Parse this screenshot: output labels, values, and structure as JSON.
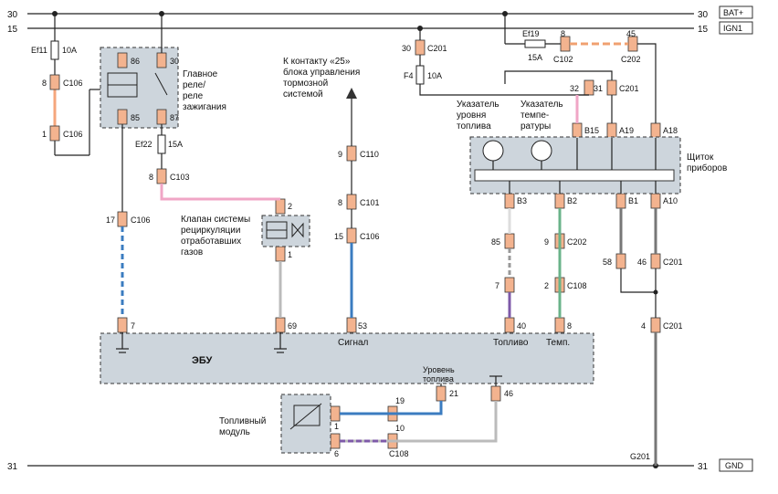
{
  "rails": {
    "bat_left": "30",
    "bat_right": "30",
    "bat_label": "BAT+",
    "ign_left": "15",
    "ign_right": "15",
    "ign_label": "IGN1",
    "gnd_left": "31",
    "gnd_right": "31",
    "gnd_label": "GND"
  },
  "fuses": {
    "ef11": "Ef11",
    "ef11_amp": "10A",
    "ef22": "Ef22",
    "ef22_amp": "15A",
    "ef19": "Ef19",
    "ef19_amp": "15A",
    "f4": "F4",
    "f4_amp": "10A"
  },
  "relay": {
    "label": [
      "Главное",
      "реле/",
      "реле",
      "зажигания"
    ],
    "p86": "86",
    "p85": "85",
    "p30": "30",
    "p87": "87"
  },
  "brake_note": [
    "К контакту «25»",
    "блока управления",
    "тормозной",
    "системой"
  ],
  "egr_label": [
    "Клапан системы",
    "рециркуляции",
    "отработавших",
    "газов"
  ],
  "fuel_gauge": [
    "Указатель",
    "уровня",
    "топлива"
  ],
  "temp_gauge": [
    "Указатель",
    "темпе-",
    "ратуры"
  ],
  "cluster_label": [
    "Щиток",
    "приборов"
  ],
  "ecu": {
    "label": "ЭБУ",
    "signal": "Сигнал",
    "fuel": "Топливо",
    "temp": "Темп.",
    "fuel_level": [
      "Уровень",
      "топлива"
    ]
  },
  "fuel_module": [
    "Топливный",
    "модуль"
  ],
  "ground_label": "G201",
  "connectors": {
    "c106": "C106",
    "c103": "C103",
    "c110": "C110",
    "c101": "C101",
    "c201": "C201",
    "c102": "C102",
    "c202": "C202",
    "c108": "C108",
    "p8": "8",
    "p1": "1",
    "p17": "17",
    "p2": "2",
    "p9": "9",
    "p15": "15",
    "p30": "30",
    "p32": "32",
    "p31": "31",
    "p45": "45",
    "pB15": "B15",
    "pA19": "A19",
    "pA18": "A18",
    "pB3": "B3",
    "pB2": "B2",
    "pB1": "B1",
    "pA10": "A10",
    "p85": "85",
    "p7": "7",
    "p58": "58",
    "p46": "46",
    "p4": "4",
    "p69": "69",
    "p53": "53",
    "p40": "40",
    "p21": "21",
    "p19": "19",
    "p10": "10",
    "p6": "6"
  }
}
